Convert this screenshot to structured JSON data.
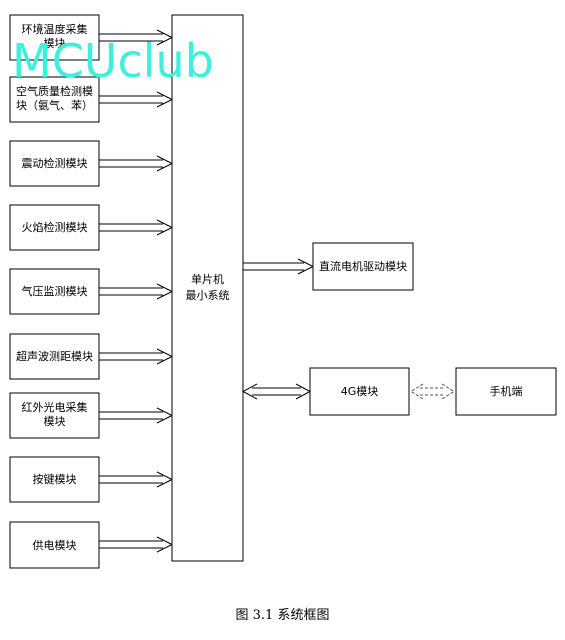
{
  "watermark": "MCUclub",
  "caption": "图 3.1  系统框图",
  "left_modules": [
    {
      "lines": [
        "环境温度采集",
        "模块"
      ]
    },
    {
      "lines": [
        "空气质量检测模",
        "块（氨气、苯）"
      ]
    },
    {
      "lines": [
        "震动检测模块"
      ]
    },
    {
      "lines": [
        "火焰检测模块"
      ]
    },
    {
      "lines": [
        "气压监测模块"
      ]
    },
    {
      "lines": [
        "超声波测距模块"
      ]
    },
    {
      "lines": [
        "红外光电采集",
        "模块"
      ]
    },
    {
      "lines": [
        "按键模块"
      ]
    },
    {
      "lines": [
        "供电模块"
      ]
    }
  ],
  "mcu": {
    "lines": [
      "单片机",
      "最小系统"
    ]
  },
  "motor": {
    "lines": [
      "直流电机驱动模块"
    ]
  },
  "g4": {
    "lines": [
      "4G模块"
    ]
  },
  "phone": {
    "lines": [
      "手机端"
    ]
  }
}
